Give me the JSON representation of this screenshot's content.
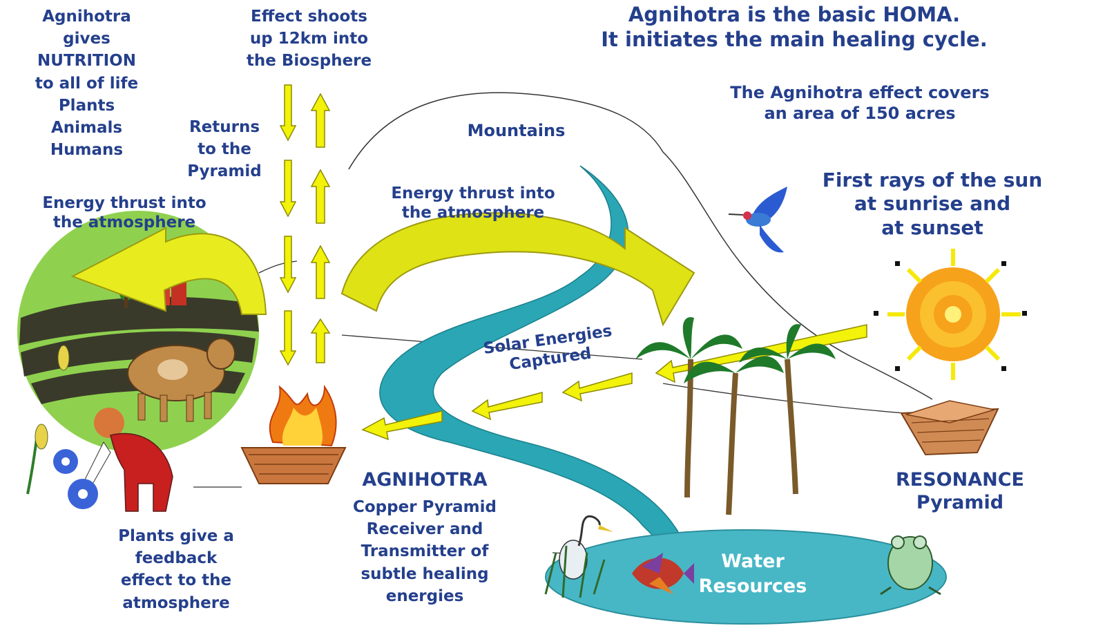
{
  "headline": {
    "line1": "Agnihotra is the basic HOMA.",
    "line2": "It initiates the main healing cycle."
  },
  "area_note": {
    "line1": "The Agnihotra effect covers",
    "line2": "an area of 150 acres"
  },
  "nutrition_note": {
    "lines": [
      "Agnihotra",
      "gives",
      "NUTRITION",
      "to all of life",
      "Plants",
      "Animals",
      "Humans"
    ]
  },
  "effect_note": {
    "lines": [
      "Effect shoots",
      "up 12km into",
      "the Biosphere"
    ]
  },
  "returns_note": {
    "lines": [
      "Returns",
      "to the",
      "Pyramid"
    ]
  },
  "thrust_left": {
    "lines": [
      "Energy thrust into",
      "the atmosphere"
    ]
  },
  "thrust_right": {
    "lines": [
      "Energy thrust into",
      "the atmosphere"
    ]
  },
  "mountains": "Mountains",
  "sun_note": {
    "lines": [
      "First rays of the sun",
      "at sunrise and",
      "at sunset"
    ]
  },
  "solar_note": {
    "lines": [
      "Solar Energies",
      "Captured"
    ]
  },
  "agnihotra_title": "AGNIHOTRA",
  "agnihotra_desc": {
    "lines": [
      "Copper Pyramid",
      "Receiver and",
      "Transmitter of",
      "subtle healing",
      "energies"
    ]
  },
  "resonance": {
    "lines": [
      "RESONANCE",
      "Pyramid"
    ]
  },
  "plants_note": {
    "lines": [
      "Plants give a",
      "feedback",
      "effect to the",
      "atmosphere"
    ]
  },
  "water": {
    "lines": [
      "Water",
      "Resources"
    ]
  },
  "colors": {
    "text": "#243f8c",
    "arrow": "#f2f20a",
    "arrow_stroke": "#b8b000",
    "river": "#2aa6b4",
    "water": "#47b7c6"
  }
}
